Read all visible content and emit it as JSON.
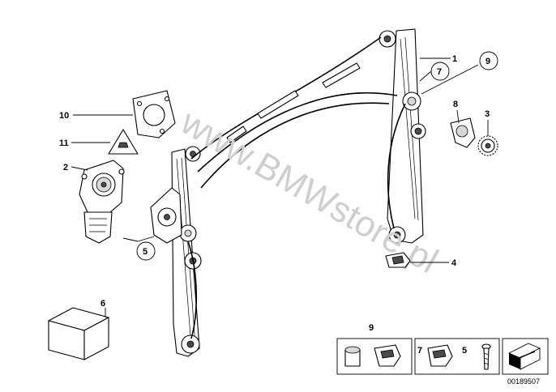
{
  "watermark": "www.BMWstore.pl",
  "doc_id": "00189507",
  "callouts": {
    "c1": "1",
    "c2": "2",
    "c3": "3",
    "c4": "4",
    "c5": "5",
    "c6": "6",
    "c7": "7",
    "c8": "8",
    "c9": "9",
    "c10": "10",
    "c11": "11"
  },
  "legend_boxes": {
    "box_a_label": "9",
    "box_b_label_7": "7",
    "box_b_label_5": "5"
  },
  "colors": {
    "line": "#000000",
    "watermark": "#cfcfcf",
    "shade": "#d8d8d8"
  }
}
